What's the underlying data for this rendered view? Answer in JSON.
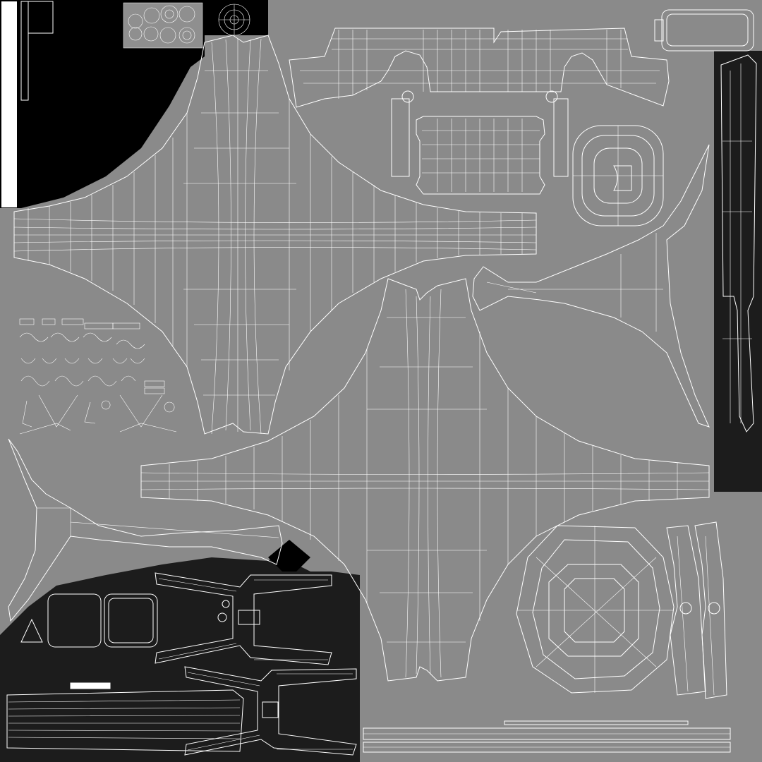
{
  "texture": {
    "background_color": "#8a8a8a",
    "wire_color": "#ffffff",
    "dark_region_color": "#000000",
    "dark_grain_color": "#1c1c1c"
  },
  "uv_islands": [
    {
      "name": "tower-leg-upper-x",
      "kind": "x-shaped"
    },
    {
      "name": "tower-leg-lower-x",
      "kind": "x-shaped"
    },
    {
      "name": "arch-lattice-top",
      "kind": "strip"
    },
    {
      "name": "railing-panel",
      "kind": "panel"
    },
    {
      "name": "dome-cap-small",
      "kind": "rounded"
    },
    {
      "name": "dome-cap-large",
      "kind": "octagon"
    },
    {
      "name": "brace-arm-right",
      "kind": "arm"
    },
    {
      "name": "brace-arm-left",
      "kind": "arm"
    },
    {
      "name": "vertical-pillar-right",
      "kind": "pillar"
    },
    {
      "name": "cross-brace-lower-a",
      "kind": "brace"
    },
    {
      "name": "cross-brace-lower-b",
      "kind": "brace"
    },
    {
      "name": "small-bolts",
      "kind": "cluster"
    },
    {
      "name": "gear-discs",
      "kind": "cluster"
    }
  ]
}
